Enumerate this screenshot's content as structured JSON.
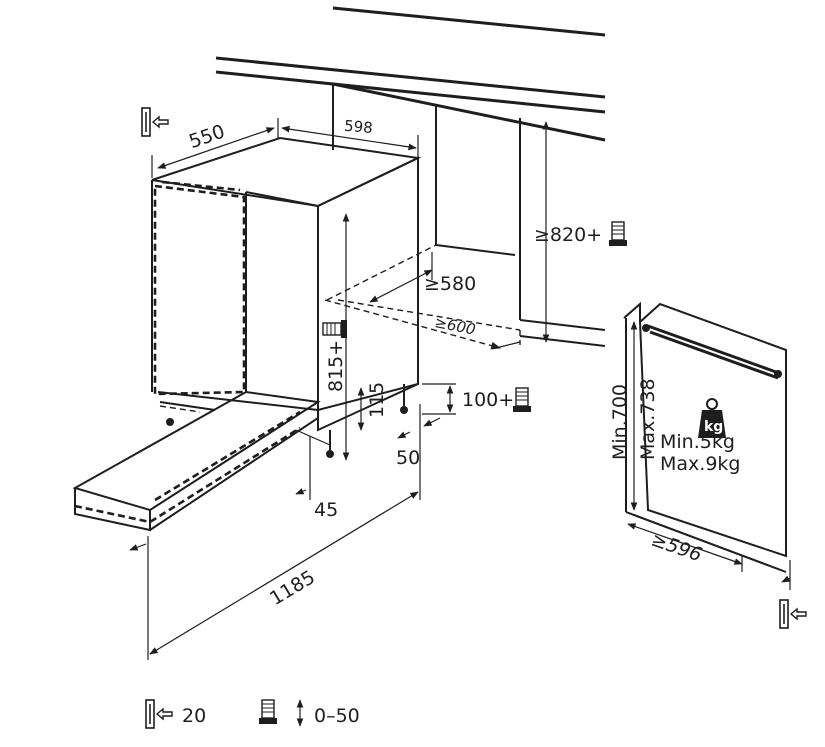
{
  "dimensions": {
    "depth": "550",
    "width": "598",
    "niche_height": "≥820+",
    "niche_depth": "≥580",
    "niche_width": "≥600",
    "appliance_height": "815+",
    "foot_height": "115",
    "plinth": "100+",
    "plinth_depth": "50",
    "foot_offset": "45",
    "door_open_depth": "1185"
  },
  "door_panel": {
    "min_height": "Min.700",
    "max_height": "Max.738",
    "min_weight": "Min.5kg",
    "max_weight": "Max.9kg",
    "weight_icon_label": "kg",
    "width": "≥596"
  },
  "legend": {
    "gap_value": "20",
    "adjust_range": "0–50"
  },
  "icons": {
    "gap": "door-gap-icon",
    "adjust": "adjustable-foot-icon",
    "weight": "weight-icon"
  },
  "colors": {
    "ink": "#1e1e1e",
    "background": "#ffffff"
  }
}
